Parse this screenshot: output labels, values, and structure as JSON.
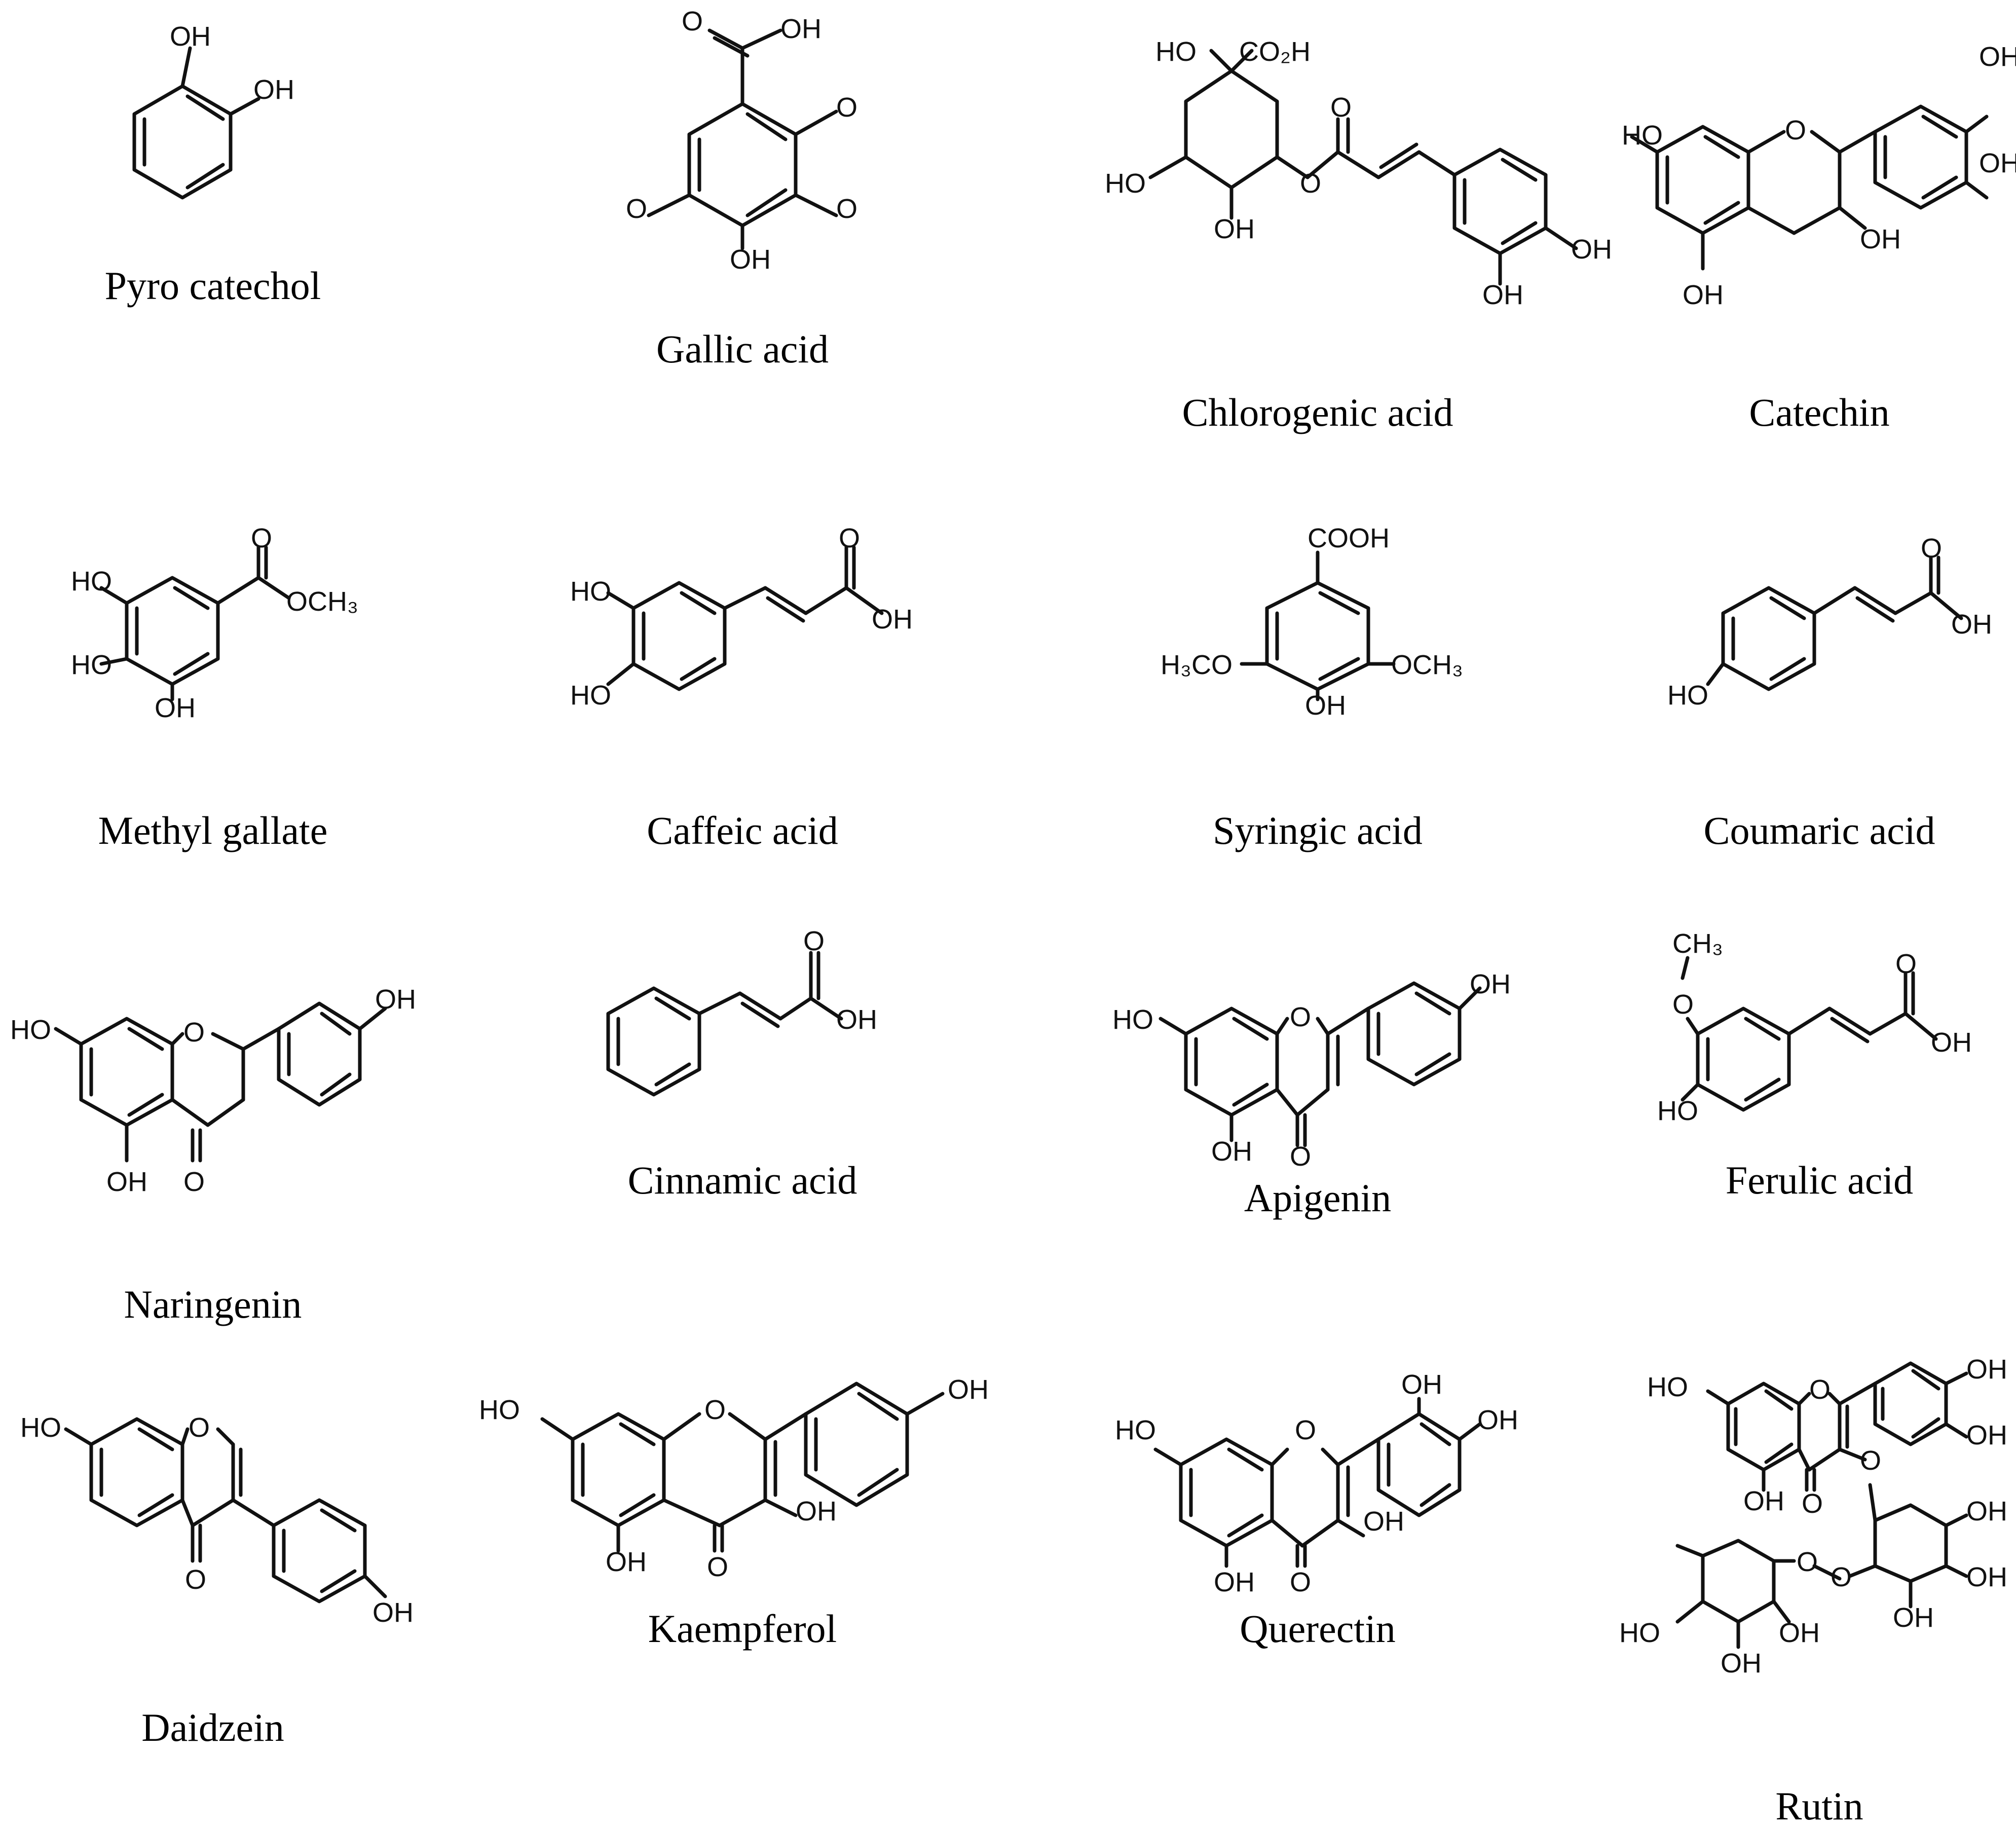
{
  "compounds": [
    {
      "name": "Pyro catechol"
    },
    {
      "name": "Gallic acid"
    },
    {
      "name": "Chlorogenic acid"
    },
    {
      "name": "Catechin"
    },
    {
      "name": "Methyl gallate"
    },
    {
      "name": "Caffeic acid"
    },
    {
      "name": "Syringic acid"
    },
    {
      "name": "Coumaric acid"
    },
    {
      "name": "Naringenin"
    },
    {
      "name": "Cinnamic acid"
    },
    {
      "name": "Apigenin"
    },
    {
      "name": "Ferulic acid"
    },
    {
      "name": "Daidzein"
    },
    {
      "name": "Kaempferol"
    },
    {
      "name": "Querectin"
    },
    {
      "name": "Rutin"
    }
  ],
  "atoms": {
    "oh": "OH",
    "ho": "HO",
    "o": "O",
    "cooh": "COOH",
    "co2h": "CO₂H",
    "och3": "OCH₃",
    "h3co": "H₃CO",
    "ch3": "CH₃"
  }
}
